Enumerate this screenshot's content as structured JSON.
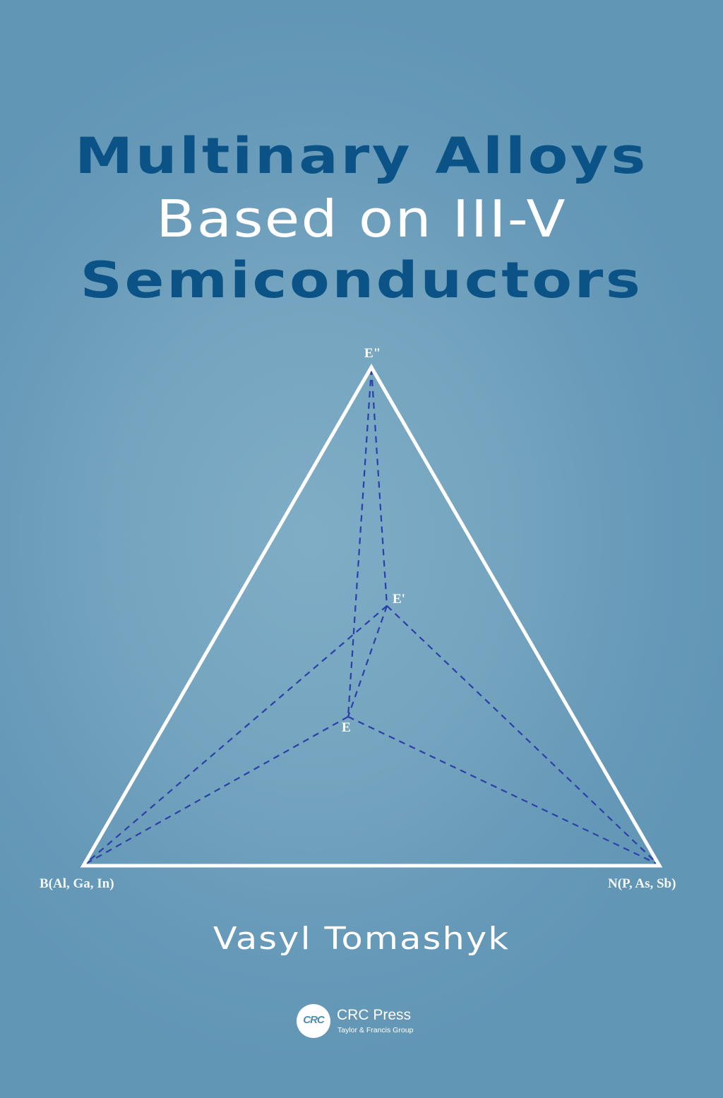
{
  "cover": {
    "title_line1": "Multinary Alloys",
    "title_line2": "Based on III-V",
    "title_line3": "Semiconductors",
    "author": "Vasyl Tomashyk",
    "colors": {
      "background": "#6c9fbd",
      "background_center": "#80adc6",
      "title_dark": "#0b5387",
      "title_light": "#ffffff",
      "triangle_edge": "#ffffff",
      "dashed_lines": "#2a3fa8"
    }
  },
  "diagram": {
    "vertices": {
      "apex_label": "E\"",
      "e_prime_label": "E'",
      "e_label": "E",
      "left_label": "B(Al, Ga, In)",
      "right_label": "N(P, As, Sb)"
    }
  },
  "publisher": {
    "logo_text": "CRC",
    "name": "CRC Press",
    "subtitle": "Taylor & Francis Group"
  }
}
